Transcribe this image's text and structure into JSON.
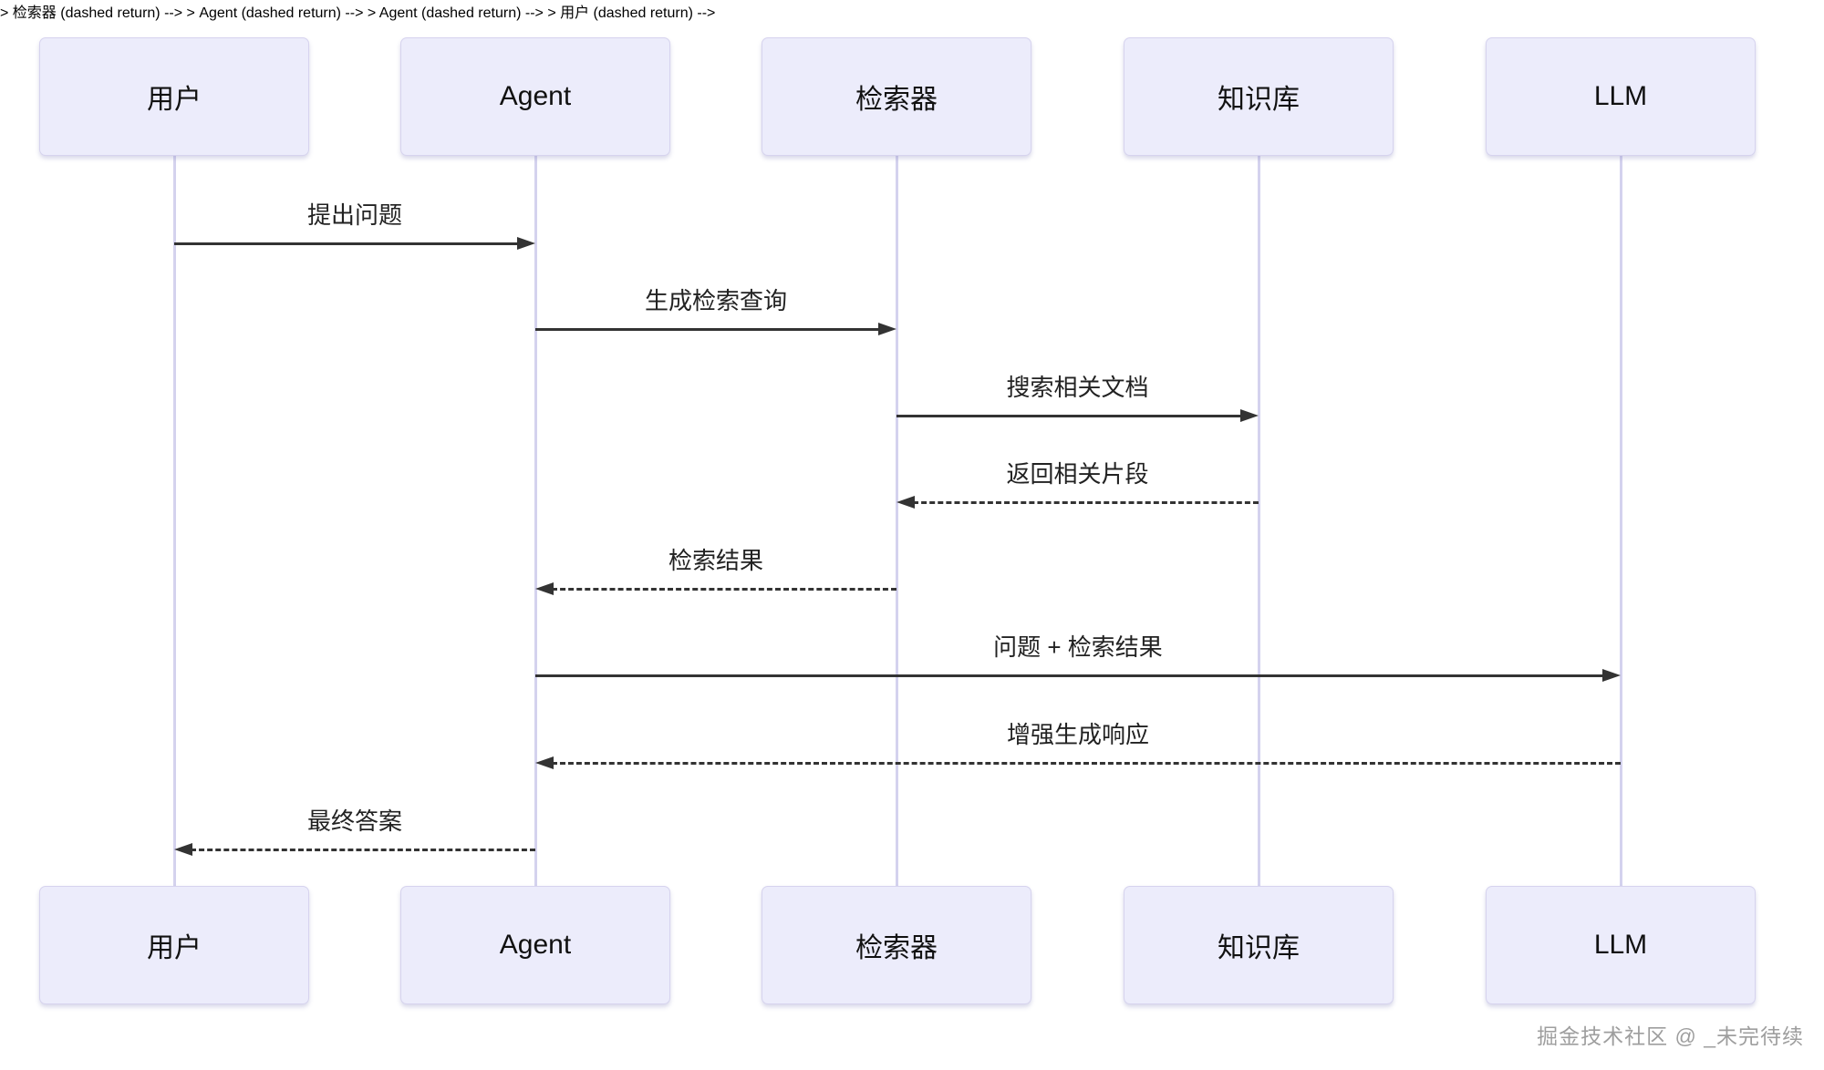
{
  "diagram": {
    "type": "sequence-diagram",
    "topic": "RAG agent retrieval flow",
    "colors": {
      "background": "#ffffff",
      "actor_fill": "#ececfb",
      "actor_border": "#d6d3ee",
      "lifeline": "#d4d2ee",
      "arrow": "#333333",
      "label_text": "#222222",
      "watermark_text": "#9e9e9e"
    },
    "actors": [
      {
        "id": "user",
        "label": "用户"
      },
      {
        "id": "agent",
        "label": "Agent"
      },
      {
        "id": "retriever",
        "label": "检索器"
      },
      {
        "id": "knowledge-base",
        "label": "知识库"
      },
      {
        "id": "llm",
        "label": "LLM"
      }
    ],
    "messages": [
      {
        "from": "用户",
        "to": "Agent",
        "label": "提出问题",
        "style": "solid"
      },
      {
        "from": "Agent",
        "to": "检索器",
        "label": "生成检索查询",
        "style": "solid"
      },
      {
        "from": "检索器",
        "to": "知识库",
        "label": "搜索相关文档",
        "style": "solid"
      },
      {
        "from": "知识库",
        "to": "检索器",
        "label": "返回相关片段",
        "style": "dashed"
      },
      {
        "from": "检索器",
        "to": "Agent",
        "label": "检索结果",
        "style": "dashed"
      },
      {
        "from": "Agent",
        "to": "LLM",
        "label": "问题 + 检索结果",
        "style": "solid"
      },
      {
        "from": "LLM",
        "to": "Agent",
        "label": "增强生成响应",
        "style": "dashed"
      },
      {
        "from": "Agent",
        "to": "用户",
        "label": "最终答案",
        "style": "dashed"
      }
    ],
    "watermark": "掘金技术社区 @ _未完待续"
  }
}
